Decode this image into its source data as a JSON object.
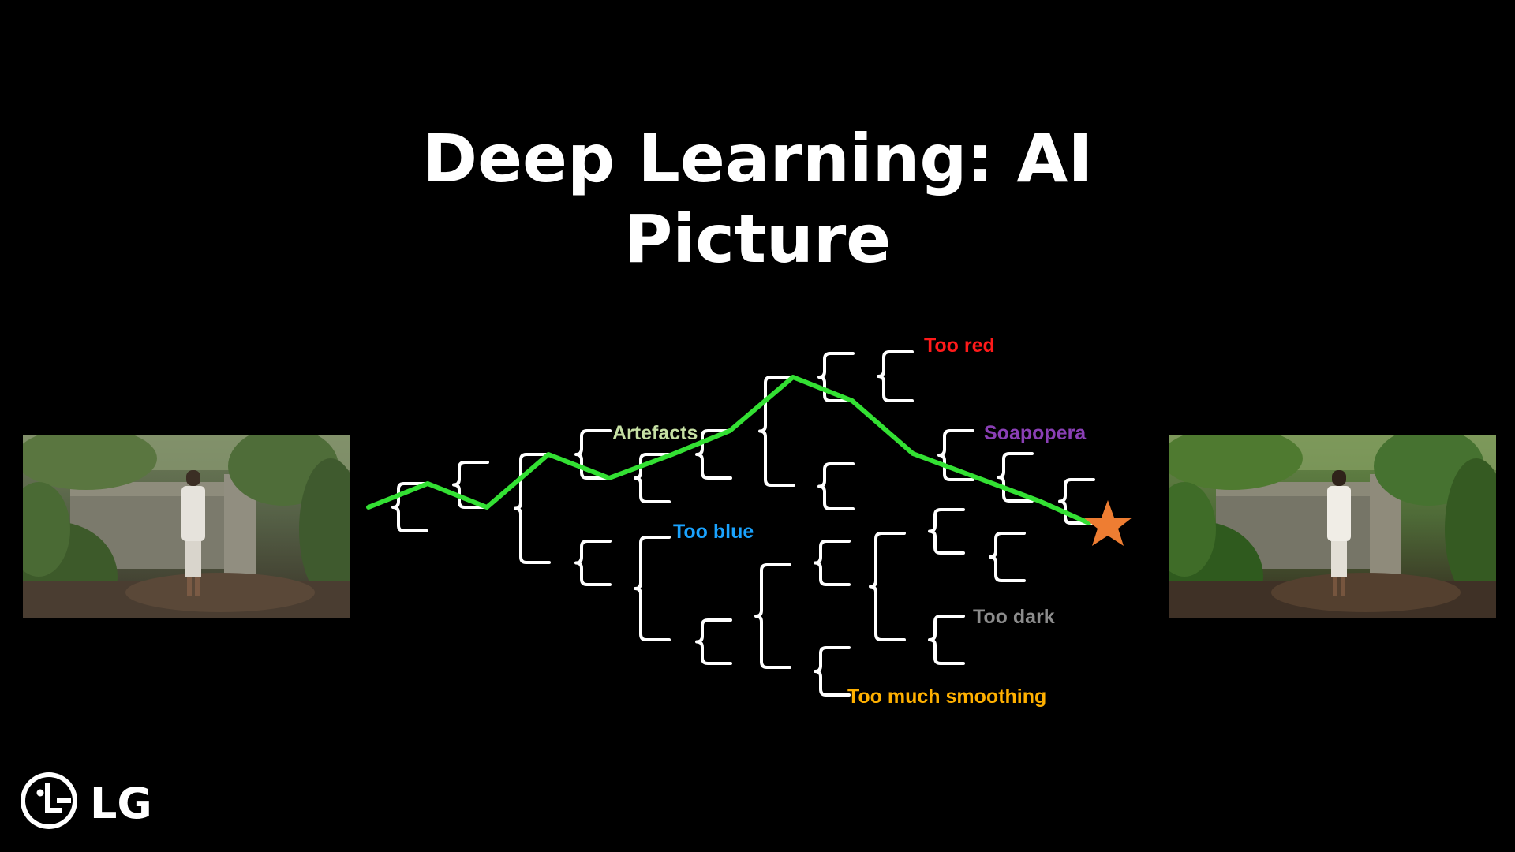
{
  "slide": {
    "title_line1": "Deep Learning: AI",
    "title_line2": "Picture"
  },
  "diagram": {
    "labels": {
      "too_red": "Too red",
      "artefacts": "Artefacts",
      "soapopera": "Soapopera",
      "too_blue": "Too blue",
      "too_dark": "Too dark",
      "too_much_smoothing": "Too much smoothing"
    },
    "label_colors": {
      "too_red": "#ff1a1a",
      "artefacts": "#c6e0a4",
      "soapopera": "#8a3fb5",
      "too_blue": "#1aa3ff",
      "too_dark": "#8c8c8c",
      "too_much_smoothing": "#ffb000"
    },
    "path_color": "#33e033",
    "branch_color": "#ffffff",
    "star_color": "#ee7d32",
    "star_icon": "star-icon"
  },
  "images": {
    "before": "garden-scene-before",
    "after": "garden-scene-after"
  },
  "logo": {
    "text": "LG",
    "icon": "lg-face-logo-icon"
  }
}
